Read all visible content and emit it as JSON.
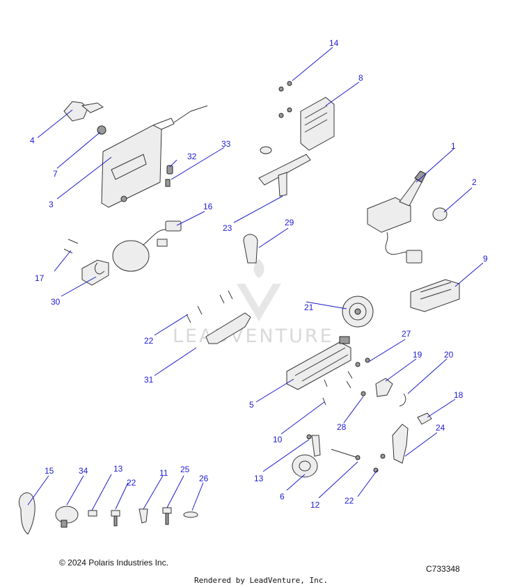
{
  "diagram": {
    "watermark": "LEADVENTURE",
    "callouts": [
      {
        "id": "c1",
        "label": "1"
      },
      {
        "id": "c2",
        "label": "2"
      },
      {
        "id": "c3",
        "label": "3"
      },
      {
        "id": "c4",
        "label": "4"
      },
      {
        "id": "c5",
        "label": "5"
      },
      {
        "id": "c6",
        "label": "6"
      },
      {
        "id": "c7",
        "label": "7"
      },
      {
        "id": "c8",
        "label": "8"
      },
      {
        "id": "c9",
        "label": "9"
      },
      {
        "id": "c10",
        "label": "10"
      },
      {
        "id": "c11",
        "label": "11"
      },
      {
        "id": "c12",
        "label": "12"
      },
      {
        "id": "c13a",
        "label": "13"
      },
      {
        "id": "c13b",
        "label": "13"
      },
      {
        "id": "c14",
        "label": "14"
      },
      {
        "id": "c15",
        "label": "15"
      },
      {
        "id": "c16",
        "label": "16"
      },
      {
        "id": "c17",
        "label": "17"
      },
      {
        "id": "c18",
        "label": "18"
      },
      {
        "id": "c19",
        "label": "19"
      },
      {
        "id": "c20",
        "label": "20"
      },
      {
        "id": "c21",
        "label": "21"
      },
      {
        "id": "c22a",
        "label": "22"
      },
      {
        "id": "c22b",
        "label": "22"
      },
      {
        "id": "c22c",
        "label": "22"
      },
      {
        "id": "c23",
        "label": "23"
      },
      {
        "id": "c24",
        "label": "24"
      },
      {
        "id": "c25",
        "label": "25"
      },
      {
        "id": "c26",
        "label": "26"
      },
      {
        "id": "c27",
        "label": "27"
      },
      {
        "id": "c28",
        "label": "28"
      },
      {
        "id": "c29",
        "label": "29"
      },
      {
        "id": "c30",
        "label": "30"
      },
      {
        "id": "c31",
        "label": "31"
      },
      {
        "id": "c32",
        "label": "32"
      },
      {
        "id": "c33",
        "label": "33"
      },
      {
        "id": "c34",
        "label": "34"
      }
    ],
    "callout_color": "#1a1ad4"
  },
  "footer": {
    "copyright": "© 2024 Polaris Industries Inc.",
    "diagram_code": "C733348",
    "rendered_by": "Rendered by LeadVenture, Inc."
  }
}
